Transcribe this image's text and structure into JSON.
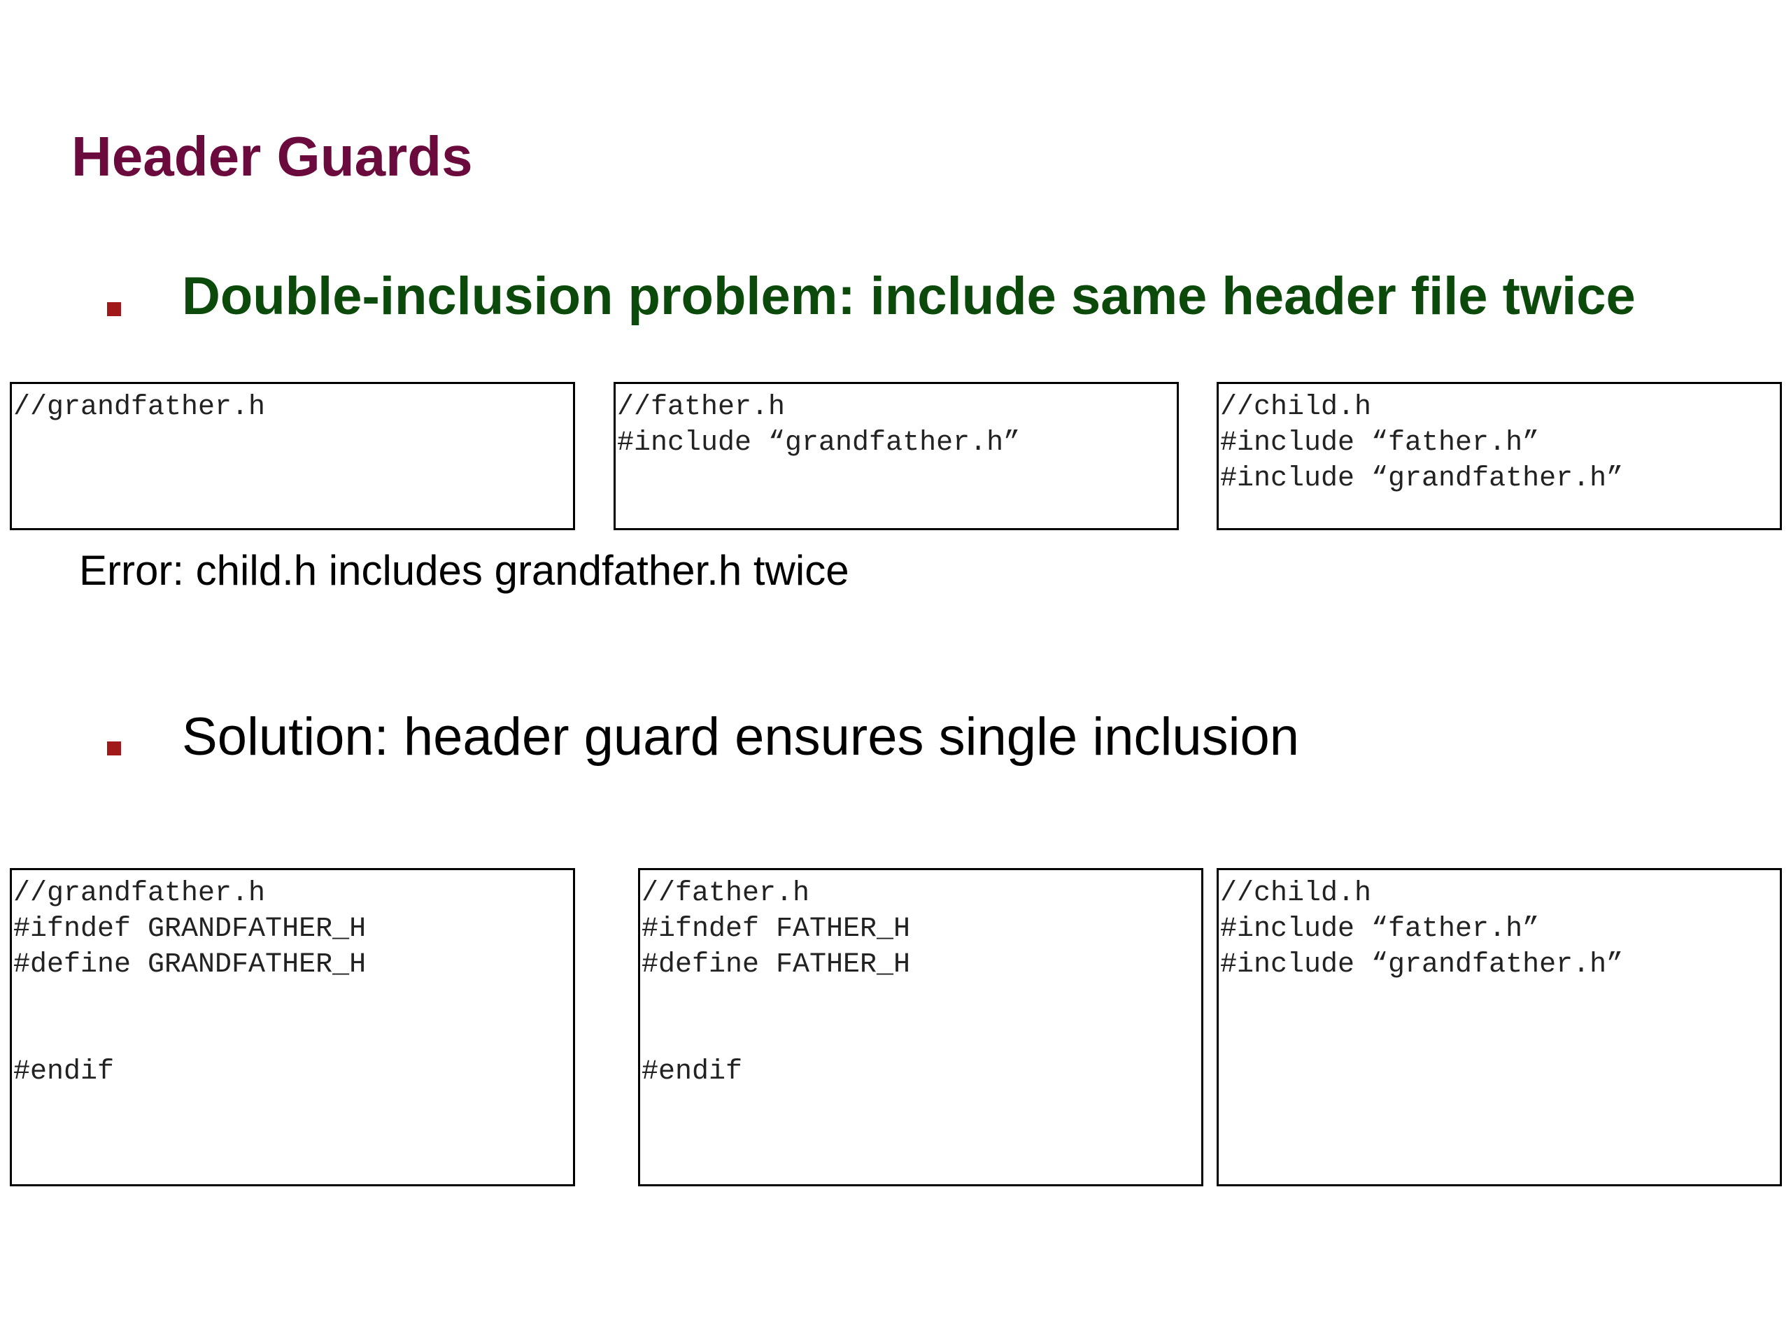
{
  "title": "Header Guards",
  "bullets": [
    {
      "text": "Double-inclusion problem: include same header file twice"
    },
    {
      "text": "Solution: header guard ensures single inclusion"
    }
  ],
  "error_text": "Error: child.h includes grandfather.h twice",
  "problem_files": [
    {
      "lines": [
        "//grandfather.h"
      ]
    },
    {
      "lines": [
        "//father.h",
        "#include “grandfather.h”"
      ]
    },
    {
      "lines": [
        "//child.h",
        "#include “father.h”",
        "#include “grandfather.h”"
      ]
    }
  ],
  "solution_files": [
    {
      "lines": [
        "//grandfather.h",
        "#ifndef GRANDFATHER_H",
        "#define GRANDFATHER_H",
        "",
        "",
        "#endif"
      ]
    },
    {
      "lines": [
        "//father.h",
        "#ifndef FATHER_H",
        "#define FATHER_H",
        "",
        "",
        "#endif"
      ]
    },
    {
      "lines": [
        "//child.h",
        "#include “father.h”",
        "#include “grandfather.h”"
      ]
    }
  ],
  "colors": {
    "title": "#6b0a3c",
    "bullet_heading": "#0b4a0b",
    "bullet_marker": "#a01818"
  }
}
